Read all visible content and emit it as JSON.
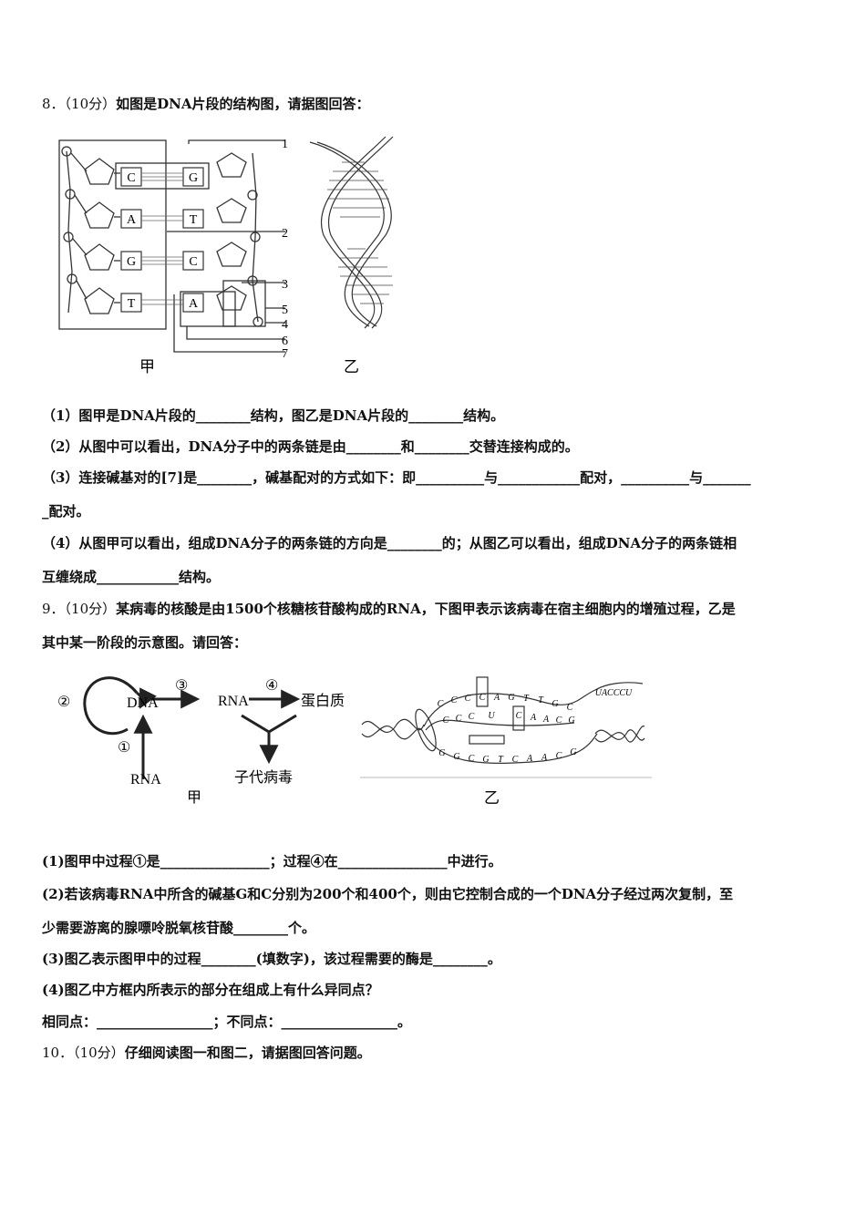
{
  "q8": {
    "title_num": "8．（10分）",
    "title_text": "如图是DNA片段的结构图，请据图回答：",
    "fig": {
      "bases_left": [
        "C",
        "A",
        "G",
        "T"
      ],
      "bases_right": [
        "G",
        "T",
        "C",
        "A"
      ],
      "numbers": [
        "1",
        "2",
        "3",
        "5",
        "4",
        "6",
        "7"
      ],
      "label_jia": "甲",
      "label_yi": "乙"
    },
    "lines": [
      "（1）图甲是DNA片段的________结构，图乙是DNA片段的________结构。",
      "（2）从图中可以看出，DNA分子中的两条链是由________和________交替连接构成的。",
      "（3）连接碱基对的[7]是________，碱基配对的方式如下：即__________与____________配对，__________与_______",
      "_配对。",
      "（4）从图甲可以看出，组成DNA分子的两条链的方向是________的；从图乙可以看出，组成DNA分子的两条链相",
      "互缠绕成____________结构。"
    ]
  },
  "q9": {
    "title_num": "9．（10分）",
    "title_line1": "某病毒的核酸是由1500个核糖核苷酸构成的RNA，下图甲表示该病毒在宿主细胞内的增殖过程，乙是",
    "title_line2": "其中某一阶段的示意图。请回答：",
    "fig": {
      "circle_2": "②",
      "dna": "DNA",
      "circle_3": "③",
      "rna": "RNA",
      "circle_4": "④",
      "protein": "蛋白质",
      "circle_1": "①",
      "rna_bottom": "RNA",
      "progeny": "子代病毒",
      "label_jia": "甲",
      "label_yi": "乙",
      "top_seq": [
        "C",
        "C",
        "C",
        "C",
        "A",
        "G",
        "T",
        "T",
        "G",
        "C"
      ],
      "mid_seq": [
        "C",
        "C",
        "C",
        "U",
        "C",
        "A",
        "A",
        "C",
        "G"
      ],
      "bottom_seq": [
        "G",
        "G",
        "C",
        "G",
        "T",
        "C",
        "A",
        "A",
        "C",
        "G"
      ],
      "tail_seq": "UACCCU"
    },
    "lines": [
      "(1)图甲中过程①是________________；过程④在________________中进行。",
      "(2)若该病毒RNA中所含的碱基G和C分别为200个和400个，则由它控制合成的一个DNA分子经过两次复制，至",
      "少需要游离的腺嘌呤脱氧核苷酸________个。",
      "(3)图乙表示图甲中的过程________(填数字)，该过程需要的酶是________。",
      "(4)图乙中方框内所表示的部分在组成上有什么异同点？",
      "相同点：_________________；不同点：_________________。"
    ]
  },
  "q10": {
    "title_num": "10．（10分）",
    "title_text": "仔细阅读图一和图二，请据图回答问题。"
  }
}
